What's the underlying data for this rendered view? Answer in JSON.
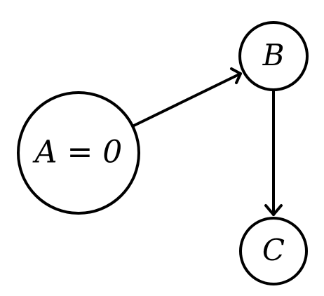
{
  "diagram": {
    "nodes": [
      {
        "id": "A",
        "label": "A = 0"
      },
      {
        "id": "B",
        "label": "B"
      },
      {
        "id": "C",
        "label": "C"
      }
    ],
    "edges": [
      {
        "from": "A",
        "to": "B",
        "directed": true
      },
      {
        "from": "B",
        "to": "C",
        "directed": true
      }
    ]
  }
}
